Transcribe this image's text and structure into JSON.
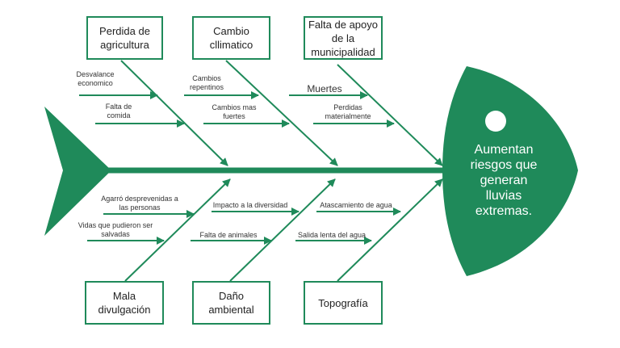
{
  "colors": {
    "accent": "#1f8a5a",
    "text": "#333333",
    "box_border": "#1f8a5a"
  },
  "effect": "Aumentan\nriesgos que\ngeneran\nlluvias\nextremas.",
  "categories": {
    "top": [
      {
        "label": "Perdida de\nagricultura"
      },
      {
        "label": "Cambio\ncllimatico"
      },
      {
        "label": "Falta de apoyo\nde la\nmunicipalidad"
      }
    ],
    "bottom": [
      {
        "label": "Mala divulgación"
      },
      {
        "label": "Daño\nambiental"
      },
      {
        "label": "Topografía"
      }
    ]
  },
  "causes": {
    "perdida_agricultura": [
      "Desvalance\neconomico",
      "Falta de\ncomida"
    ],
    "cambio_climatico": [
      "Cambios\nrepentinos",
      "Cambios mas\nfuertes"
    ],
    "falta_apoyo": [
      "Muertes",
      "Perdidas\nmaterialmente"
    ],
    "mala_divulgacion": [
      "Agarró desprevenidas a\nlas personas",
      "Vidas que pudieron ser\nsalvadas"
    ],
    "dano_ambiental": [
      "Impacto a la diversidad",
      "Falta de animales"
    ],
    "topografia": [
      "Atascamiento de agua",
      "Salida lenta del agua"
    ]
  }
}
